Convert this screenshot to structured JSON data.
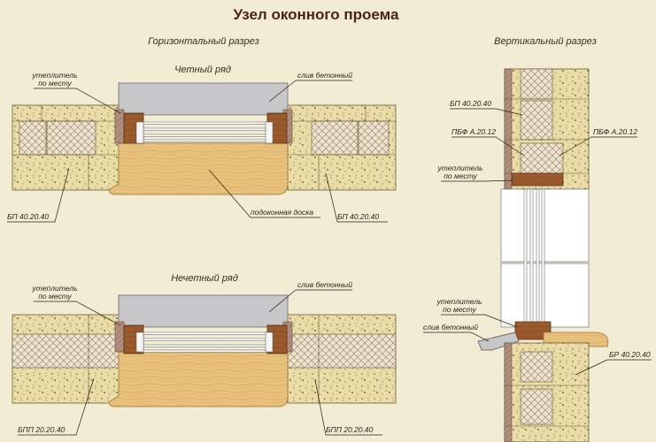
{
  "title": "Узел оконного проема",
  "horizontal": {
    "heading": "Горизонтальный разрез",
    "even_row": {
      "heading": "Четный ряд",
      "insulation": [
        "утеплитель",
        "по месту"
      ],
      "sill": "слив бетонный",
      "block_left": "БП 40.20.40",
      "board": "подоконная доска",
      "block_right": "БП 40.20.40"
    },
    "odd_row": {
      "heading": "Нечетный ряд",
      "insulation": [
        "утеплитель",
        "по месту"
      ],
      "sill": "слив бетонный",
      "block_left": "БПП 20.20.40",
      "block_right": "БПП 20.20.40"
    }
  },
  "vertical": {
    "heading": "Вертикальный разрез",
    "block_top": "БП 40.20.40",
    "lintel_left": "ПБФ А.20.12",
    "lintel_right": "ПБФ А.20.12",
    "insulation_top": [
      "утеплитель",
      "по месту"
    ],
    "insulation_bottom": [
      "утеплитель",
      "по месту"
    ],
    "sill": "слив бетонный",
    "block_bottom": "БР 40.20.40"
  },
  "colors": {
    "background": "#f2ecd4",
    "title": "#4a2514",
    "concrete": "#e9dca7",
    "insulation": "#ebe3cc",
    "brick": "#b08f7f",
    "wood_frame": "#9b5a2b",
    "sill_board": "#e8c27c",
    "metal_sill": "#c7c7c9"
  }
}
